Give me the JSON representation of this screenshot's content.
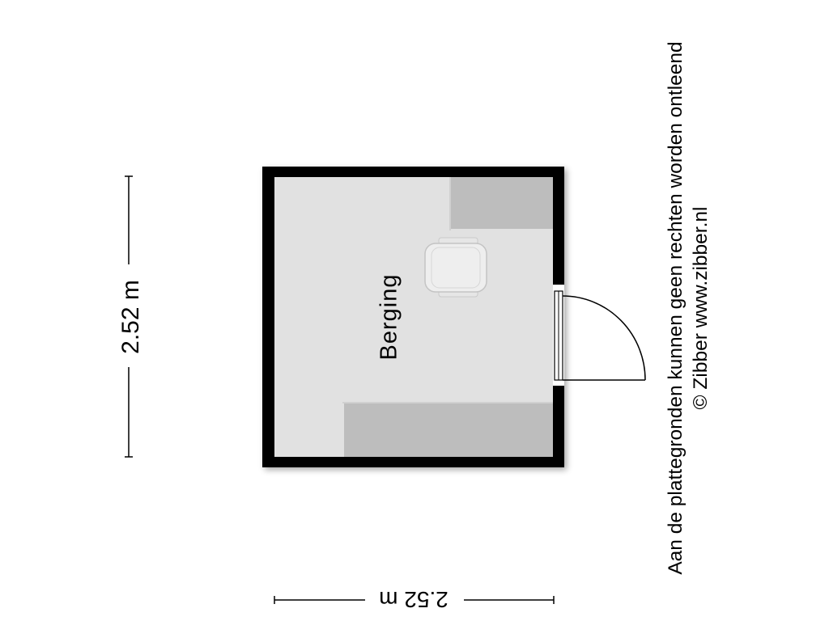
{
  "floorplan": {
    "room_name": "Berging",
    "dimensions": {
      "width_label": "2.52 m",
      "depth_label": "2.52 m"
    },
    "disclaimer": {
      "line1": "Aan de plattegronden kunnen geen rechten worden ontleend",
      "line2": "© Zibber www.zibber.nl"
    },
    "colors": {
      "wall": "#000000",
      "floor": "#e1e1e1",
      "furniture": "#bdbdbd",
      "chair": "#eeeeee",
      "background": "#ffffff"
    }
  }
}
